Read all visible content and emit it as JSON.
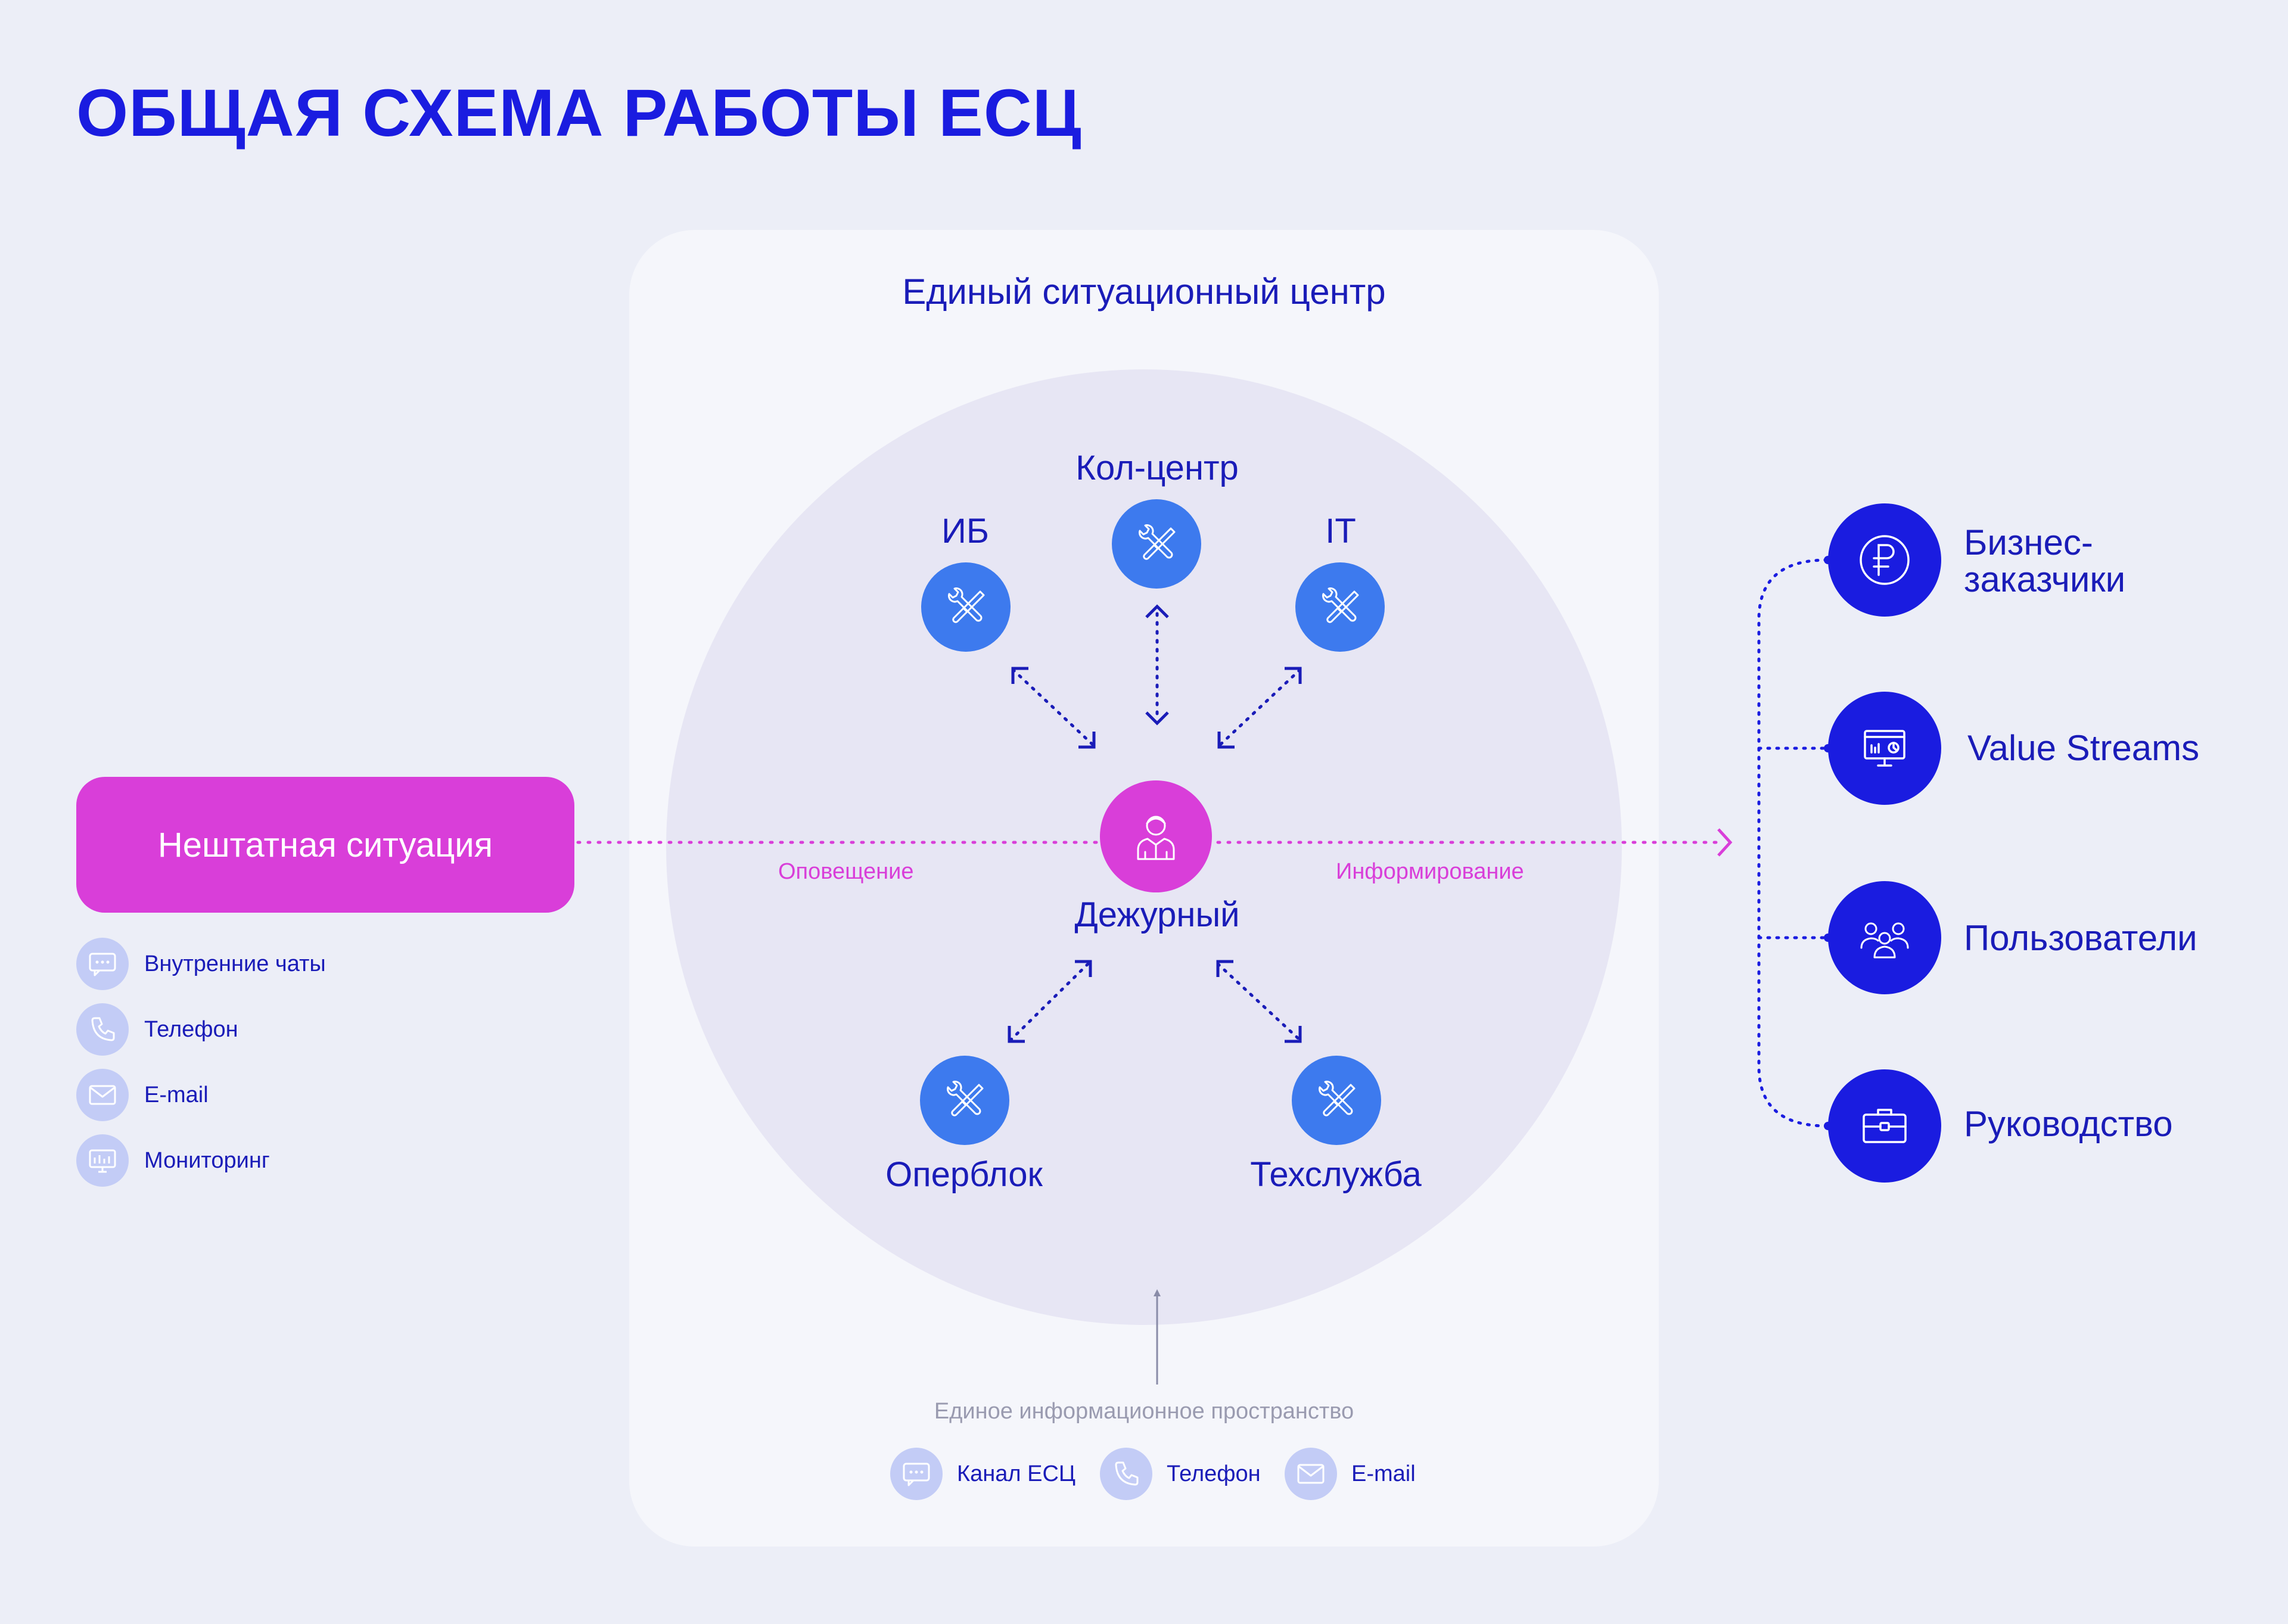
{
  "title": "ОБЩАЯ СХЕМА РАБОТЫ ЕСЦ",
  "center": {
    "title": "Единый ситуационный центр",
    "nodes": {
      "callcenter": "Кол-центр",
      "ib": "ИБ",
      "it": "IT",
      "duty": "Дежурный",
      "operblock": "Оперблок",
      "techservice": "Техслужба"
    },
    "notify_label": "Оповещение",
    "inform_label": "Информирование",
    "info_space": {
      "title": "Единое информационное пространство",
      "channels": [
        "Канал ЕСЦ",
        "Телефон",
        "E-mail"
      ]
    }
  },
  "left": {
    "emergency_label": "Нештатная ситуация",
    "sources": [
      "Внутренние чаты",
      "Телефон",
      "E-mail",
      "Мониторинг"
    ]
  },
  "right": {
    "audiences": [
      "Бизнес-\nзаказчики",
      "Value Streams",
      "Пользователи",
      "Руководство"
    ]
  },
  "colors": {
    "primary": "#1A1CE0",
    "node_blue": "#3D7AEE",
    "accent_pink": "#D93ED9",
    "background": "#ECEEF7"
  },
  "icons": {
    "node": "tools-icon",
    "duty": "operator-icon",
    "audiences": [
      "ruble-icon",
      "presentation-icon",
      "users-icon",
      "briefcase-icon"
    ],
    "sources": [
      "chat-icon",
      "phone-icon",
      "email-icon",
      "monitor-icon"
    ]
  }
}
